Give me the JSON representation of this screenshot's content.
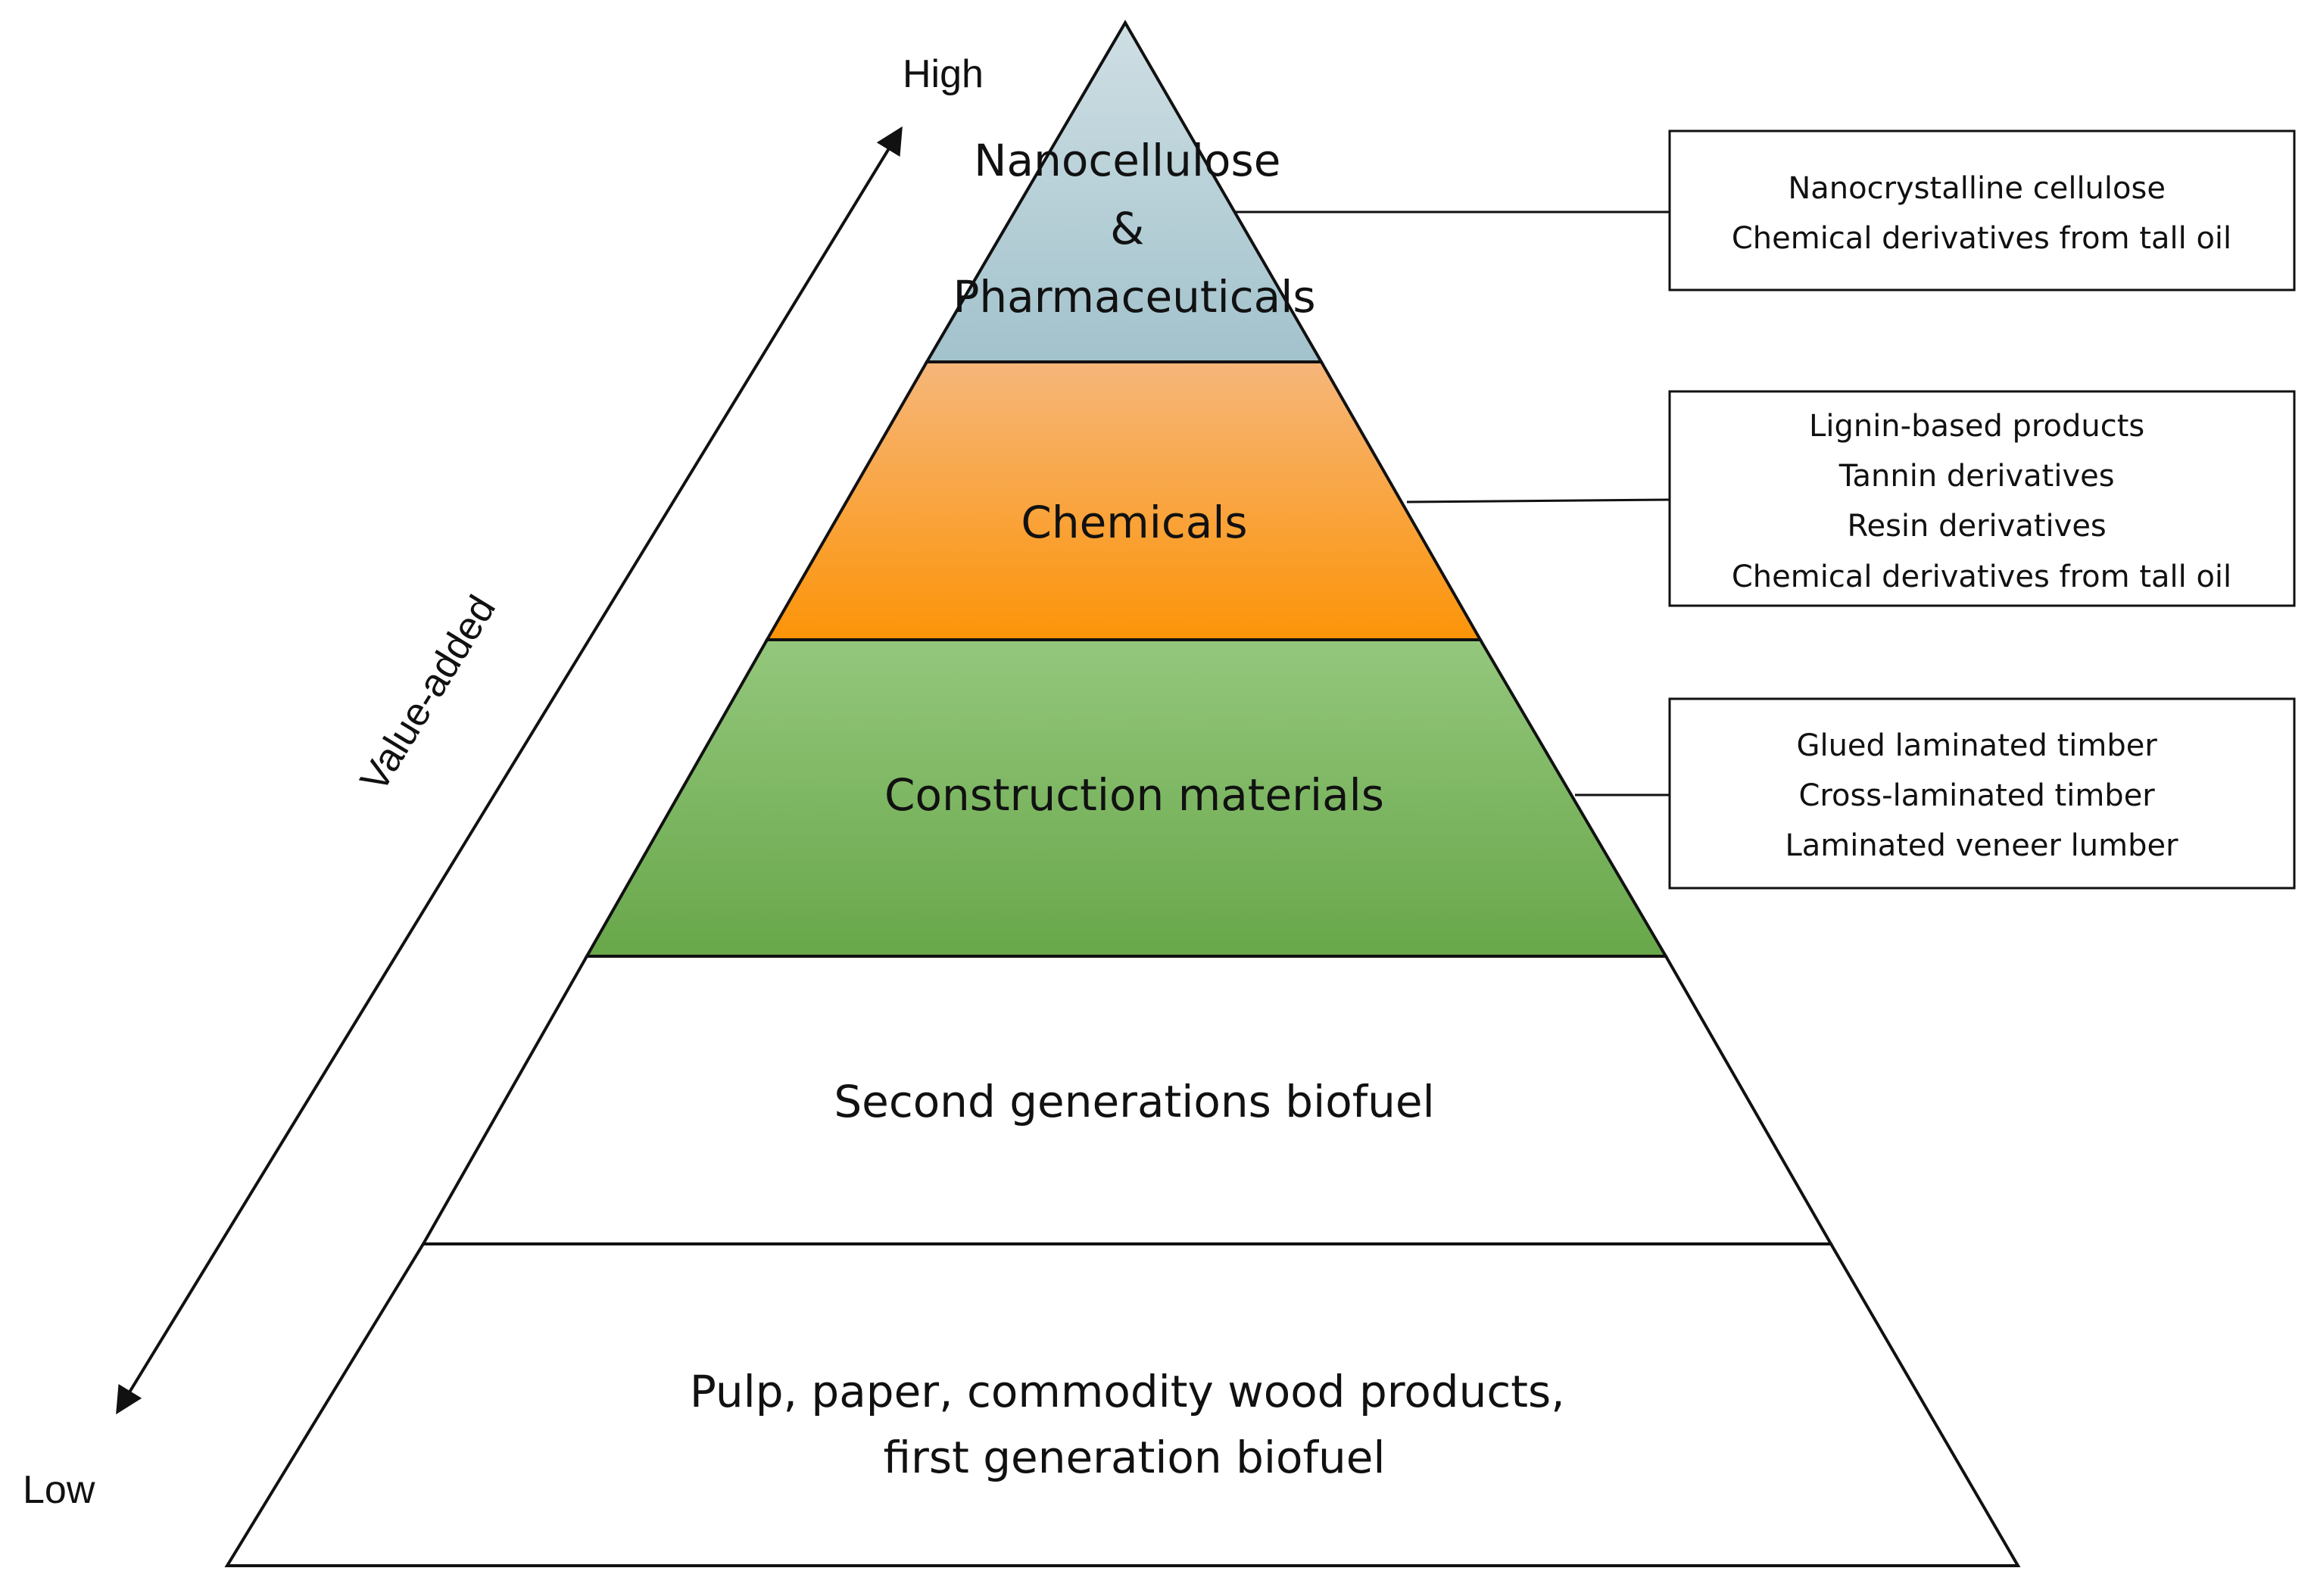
{
  "axis": {
    "high_label": "High",
    "low_label": "Low",
    "title": "Value-added"
  },
  "tiers": [
    {
      "lines": [
        "Nanocellulose",
        "&",
        "Pharmaceuticals"
      ],
      "fill_top": "#cfdfe4",
      "fill_bottom": "#a2c2cc",
      "examples": [
        "Nanocrystalline cellulose",
        "Chemical derivatives from tall oil"
      ]
    },
    {
      "lines": [
        "Chemicals"
      ],
      "fill_top": "#f6b67a",
      "fill_bottom": "#fc9408",
      "examples": [
        "Lignin-based products",
        "Tannin derivatives",
        "Resin derivatives",
        "Chemical derivatives from tall oil"
      ]
    },
    {
      "lines": [
        "Construction materials"
      ],
      "fill_top": "#94c77c",
      "fill_bottom": "#68a74a",
      "examples": [
        "Glued laminated timber",
        "Cross-laminated timber",
        "Laminated veneer lumber"
      ]
    },
    {
      "lines": [
        "Second generations biofuel"
      ],
      "fill_top": "#ffffff",
      "fill_bottom": "#ffffff",
      "examples": []
    },
    {
      "lines": [
        "Pulp, paper, commodity wood products,",
        "first generation biofuel"
      ],
      "fill_top": "#ffffff",
      "fill_bottom": "#ffffff",
      "examples": []
    }
  ]
}
